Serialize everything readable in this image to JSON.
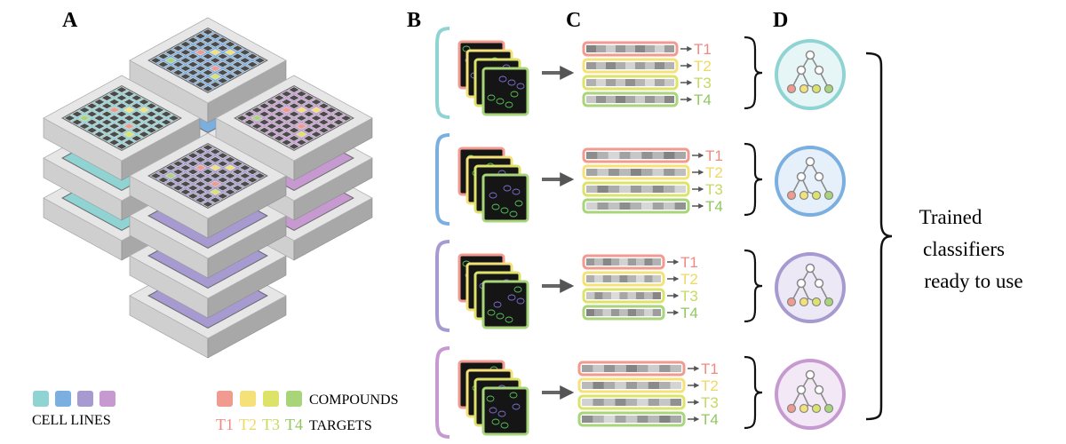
{
  "panels": {
    "a": "A",
    "b": "B",
    "c": "C",
    "d": "D"
  },
  "colors": {
    "cell_lines": [
      "#8fd3d3",
      "#7aafe0",
      "#a69ad0",
      "#c69ad0"
    ],
    "compounds": [
      "#f19a8f",
      "#f4e17a",
      "#dde36a",
      "#a8d57a"
    ],
    "targets": [
      "#f08a80",
      "#f0d860",
      "#c8d860",
      "#90c860"
    ],
    "plate_side": "#cfcfcf",
    "plate_dark": "#a8a8a8",
    "well": "#4a4a4a",
    "image_bg": "#151515",
    "node": "#888888"
  },
  "legend": {
    "cell_lines_label": "CELL LINES",
    "compounds_label": "COMPOUNDS",
    "targets_label": "TARGETS",
    "target_codes": [
      "T1",
      "T2",
      "T3",
      "T4"
    ]
  },
  "rows": [
    {
      "targets": [
        "T1",
        "T2",
        "T3",
        "T4"
      ]
    },
    {
      "targets": [
        "T1",
        "T2",
        "T3",
        "T4"
      ]
    },
    {
      "targets": [
        "T1",
        "T2",
        "T3",
        "T4"
      ]
    },
    {
      "targets": [
        "T1",
        "T2",
        "T3",
        "T4"
      ]
    }
  ],
  "result_text": [
    "Trained",
    "classifiers",
    "ready to use"
  ]
}
